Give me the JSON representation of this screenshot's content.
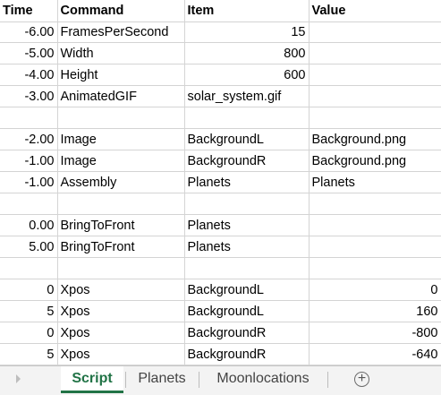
{
  "columns": [
    "Time",
    "Command",
    "Item",
    "Value"
  ],
  "rows": [
    {
      "time": "-6.00",
      "command": "FramesPerSecond",
      "item": "15",
      "value": "",
      "item_num": true,
      "value_num": false
    },
    {
      "time": "-5.00",
      "command": "Width",
      "item": "800",
      "value": "",
      "item_num": true,
      "value_num": false
    },
    {
      "time": "-4.00",
      "command": "Height",
      "item": "600",
      "value": "",
      "item_num": true,
      "value_num": false
    },
    {
      "time": "-3.00",
      "command": "AnimatedGIF",
      "item": "solar_system.gif",
      "value": "",
      "item_num": false,
      "value_num": false
    },
    {
      "time": "",
      "command": "",
      "item": "",
      "value": "",
      "item_num": false,
      "value_num": false
    },
    {
      "time": "-2.00",
      "command": "Image",
      "item": "BackgroundL",
      "value": "Background.png",
      "item_num": false,
      "value_num": false
    },
    {
      "time": "-1.00",
      "command": "Image",
      "item": "BackgroundR",
      "value": "Background.png",
      "item_num": false,
      "value_num": false
    },
    {
      "time": "-1.00",
      "command": "Assembly",
      "item": "Planets",
      "value": "Planets",
      "item_num": false,
      "value_num": false
    },
    {
      "time": "",
      "command": "",
      "item": "",
      "value": "",
      "item_num": false,
      "value_num": false
    },
    {
      "time": "0.00",
      "command": "BringToFront",
      "item": "Planets",
      "value": "",
      "item_num": false,
      "value_num": false
    },
    {
      "time": "5.00",
      "command": "BringToFront",
      "item": "Planets",
      "value": "",
      "item_num": false,
      "value_num": false
    },
    {
      "time": "",
      "command": "",
      "item": "",
      "value": "",
      "item_num": false,
      "value_num": false
    },
    {
      "time": "0",
      "command": "Xpos",
      "item": "BackgroundL",
      "value": "0",
      "item_num": false,
      "value_num": true
    },
    {
      "time": "5",
      "command": "Xpos",
      "item": "BackgroundL",
      "value": "160",
      "item_num": false,
      "value_num": true
    },
    {
      "time": "0",
      "command": "Xpos",
      "item": "BackgroundR",
      "value": "-800",
      "item_num": false,
      "value_num": true
    },
    {
      "time": "5",
      "command": "Xpos",
      "item": "BackgroundR",
      "value": "-640",
      "item_num": false,
      "value_num": true
    }
  ],
  "sheet_tabs": [
    {
      "label": "Script",
      "active": true
    },
    {
      "label": "Planets",
      "active": false
    },
    {
      "label": "Moonlocations",
      "active": false
    }
  ],
  "add_sheet_label": "+",
  "accent_color": "#217346"
}
